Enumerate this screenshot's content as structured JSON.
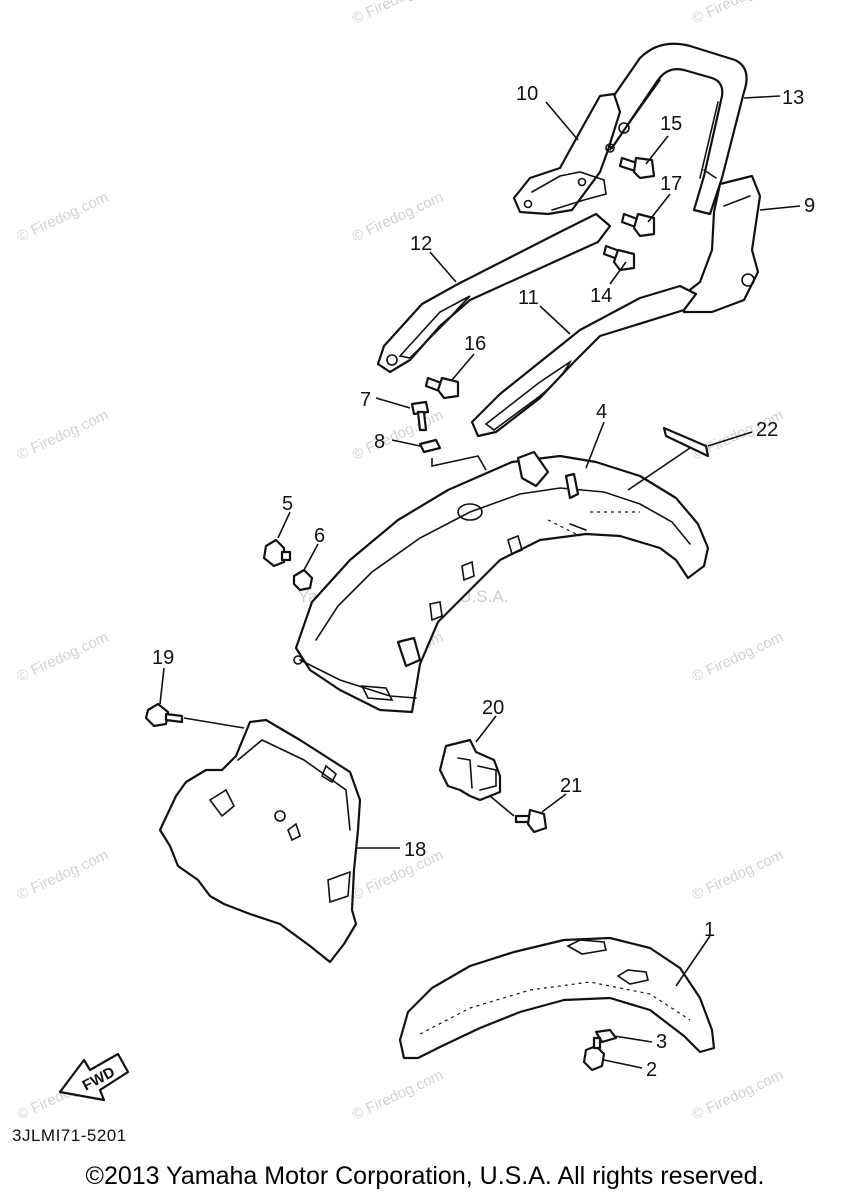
{
  "diagram": {
    "callouts": [
      "1",
      "2",
      "3",
      "4",
      "5",
      "6",
      "7",
      "8",
      "9",
      "10",
      "11",
      "12",
      "13",
      "14",
      "15",
      "16",
      "17",
      "18",
      "19",
      "20",
      "21",
      "22"
    ],
    "fwd_label": "FWD",
    "diagram_code": "3JLMI71-5201",
    "watermark": "© Firedog.com",
    "center_watermark": "Yamaha Motor Corp. U.S.A.",
    "copyright": "©2013 Yamaha Motor Corporation, U.S.A. All rights reserved."
  }
}
